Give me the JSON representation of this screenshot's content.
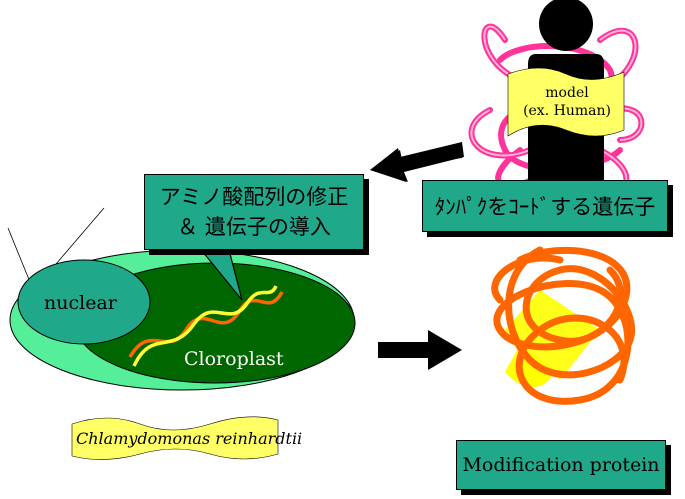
{
  "diagram": {
    "callout_line1": "アミノ酸配列の修正",
    "callout_line2": "＆ 遺伝子の導入",
    "gene_box": "ﾀﾝﾊﾟｸをｺｰﾄﾞする遺伝子",
    "model_line1": "model",
    "model_line2": "(ex. Human)",
    "nuclear": "nuclear",
    "chloroplast": "Cloroplast",
    "species": "Chlamydomonas reinhardtii",
    "output_box": "Modification protein"
  },
  "colors": {
    "teal": "#1fa88a",
    "light_green": "#55ee99",
    "dark_green": "#006600",
    "yellow": "#ffff66",
    "orange": "#ff6600",
    "pink": "#ff3399"
  }
}
